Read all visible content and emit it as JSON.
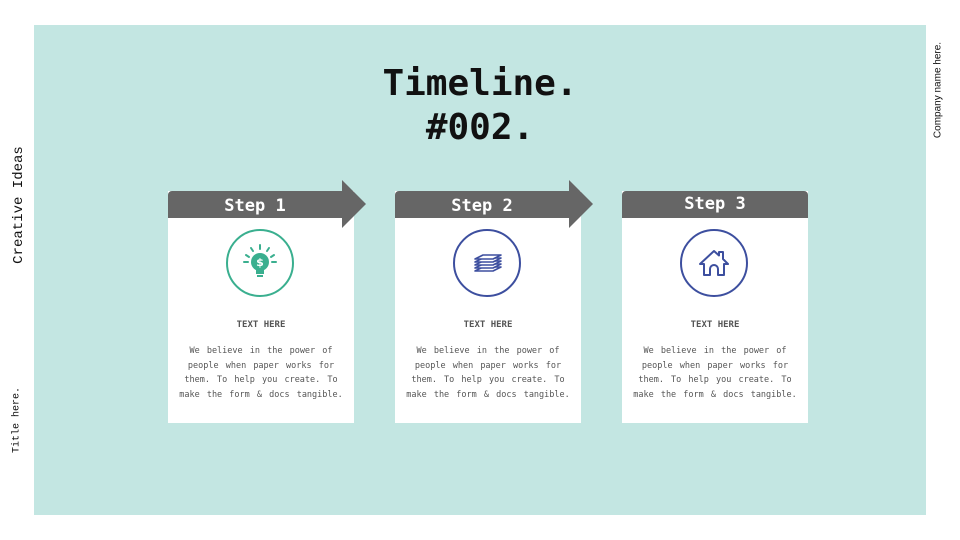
{
  "title": {
    "line1": "Timeline.",
    "line2": "#002."
  },
  "sidebar_left": {
    "vertical_title": "Creative Ideas",
    "vertical_subtitle": "Title here."
  },
  "sidebar_right": {
    "vertical_company": "Company name here."
  },
  "colors": {
    "background_panel": "#c3e6e2",
    "header_gray": "#666666",
    "accent_green": "#3aaf8f",
    "accent_blue": "#3d4f9f"
  },
  "steps": [
    {
      "label": "Step 1",
      "icon": "lightbulb-dollar-icon",
      "heading": "TEXT HERE",
      "body": "We believe in the power of people when paper works for them. To help you create. To make the form & docs tangible."
    },
    {
      "label": "Step 2",
      "icon": "paper-stack-icon",
      "heading": "TEXT HERE",
      "body": "We believe in the power of people when paper works for them. To help you create. To make the form & docs tangible."
    },
    {
      "label": "Step 3",
      "icon": "house-icon",
      "heading": "TEXT HERE",
      "body": "We believe in the power of people when paper works for them. To help you create. To make the form & docs tangible."
    }
  ]
}
